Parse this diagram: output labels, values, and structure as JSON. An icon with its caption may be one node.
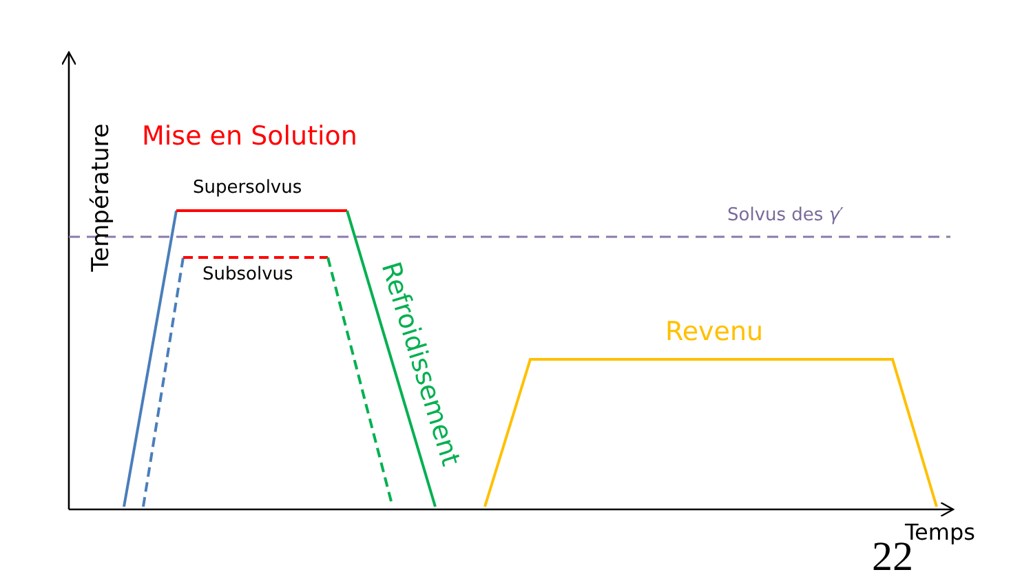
{
  "diagram": {
    "labels": [
      "Température",
      "Mise en Solution",
      "Supersolvus",
      "Subsolvus",
      "Solvus des *γ*′",
      "Refroidissement",
      "Revenu",
      "Temps",
      "22"
    ]
  }
}
